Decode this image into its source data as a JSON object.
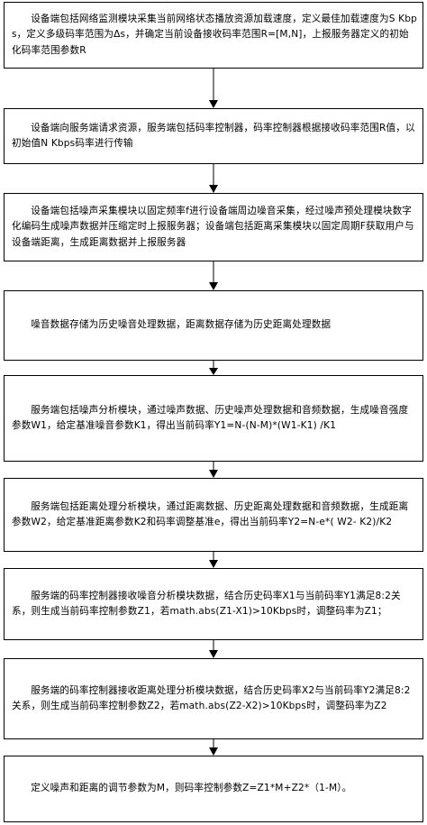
{
  "steps": [
    {
      "text": "设备端包括网络监测模块采集当前网络状态播放资源加载速度，定义最佳加载速度为S Kbps，定义多级码率范围为Δs，并确定当前设备接收码率范围R=[M,N]，上报服务器定义的初始化码率范围参数R"
    },
    {
      "text": "设备端向服务端请求资源，服务端包括码率控制器，码率控制器根据接收码率范围R值，以初始值N Kbps码率进行传输"
    },
    {
      "text": "设备端包括噪声采集模块以固定频率f进行设备端周边噪音采集，经过噪声预处理模块数字化编码生成噪声数据并压缩定时上报服务器；设备端包括距离采集模块以固定周期F获取用户与设备端距离，生成距离数据并上报服务器"
    },
    {
      "text": "噪音数据存储为历史噪音处理数据，距离数据存储为历史距离处理数据"
    },
    {
      "text": "服务端包括噪声分析模块，通过噪声数据、历史噪声处理数据和音频数据，生成噪音强度参数W1，给定基准噪音参数K1，得出当前码率Y1=N-(N-M)*(W1-K1) /K1"
    },
    {
      "text": "服务端包括距离处理分析模块，通过距离数据、历史距离处理数据和音频数据，生成距离参数W2，给定基准距离参数K2和码率调整基准e，得出当前码率Y2=N-e*( W2- K2)/K2"
    },
    {
      "text": "服务端的码率控制器接收噪音分析模块数据，结合历史码率X1与当前码率Y1满足8:2关系，则生成当前码率控制参数Z1，若math.abs(Z1-X1)>10Kbps时，调整码率为Z1；"
    },
    {
      "text": "服务端的码率控制器接收距离处理分析模块数据，结合历史码率X2与当前码率Y2满足8:2关系，则生成当前码率控制参数Z2，若math.abs(Z2-X2)>10Kbps时，调整码率为Z2"
    },
    {
      "text": "定义噪声和距离的调节参数为M，则码率控制参数Z=Z1*M+Z2*（1-M）。"
    }
  ]
}
